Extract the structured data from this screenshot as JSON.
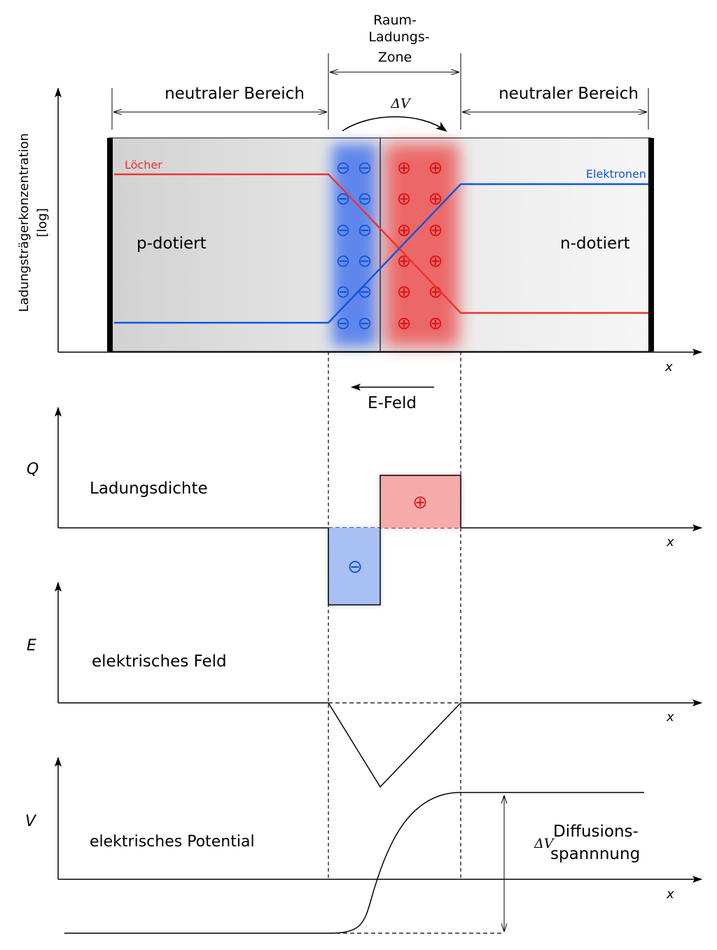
{
  "top": {
    "rlz_line1": "Raum-",
    "rlz_line2": "Ladungs-",
    "rlz_line3": "Zone",
    "neutral_left": "neutraler Bereich",
    "neutral_right": "neutraler Bereich",
    "delta_v": "ΔV",
    "y_label_line1": "Ladungsträgerkonzentration",
    "y_label_line2": "[log]",
    "holes_label": "Löcher",
    "electrons_label": "Elektronen",
    "p_label": "p-dotiert",
    "n_label": "n-dotiert",
    "x_label": "x",
    "efield_label": "E-Feld"
  },
  "charge": {
    "y_label": "Q",
    "title": "Ladungsdichte",
    "x_label": "x",
    "plus_sign": "⊕",
    "minus_sign": "⊖"
  },
  "field": {
    "y_label": "E",
    "title": "elektrisches Feld",
    "x_label": "x"
  },
  "potential": {
    "y_label": "V",
    "title": "elektrisches Potential",
    "x_label": "x",
    "diff_line1": "Diffusions-",
    "diff_line2": "spannnung",
    "delta_v": "ΔV"
  },
  "symbols": {
    "minus": "⊖",
    "plus": "⊕"
  },
  "colors": {
    "holes": "#ee3333",
    "electrons": "#1155dd",
    "negative_region": "#3366ee",
    "positive_region": "#ee3333",
    "p_region": "#d4d4d4",
    "n_region": "#f3f3f3"
  }
}
